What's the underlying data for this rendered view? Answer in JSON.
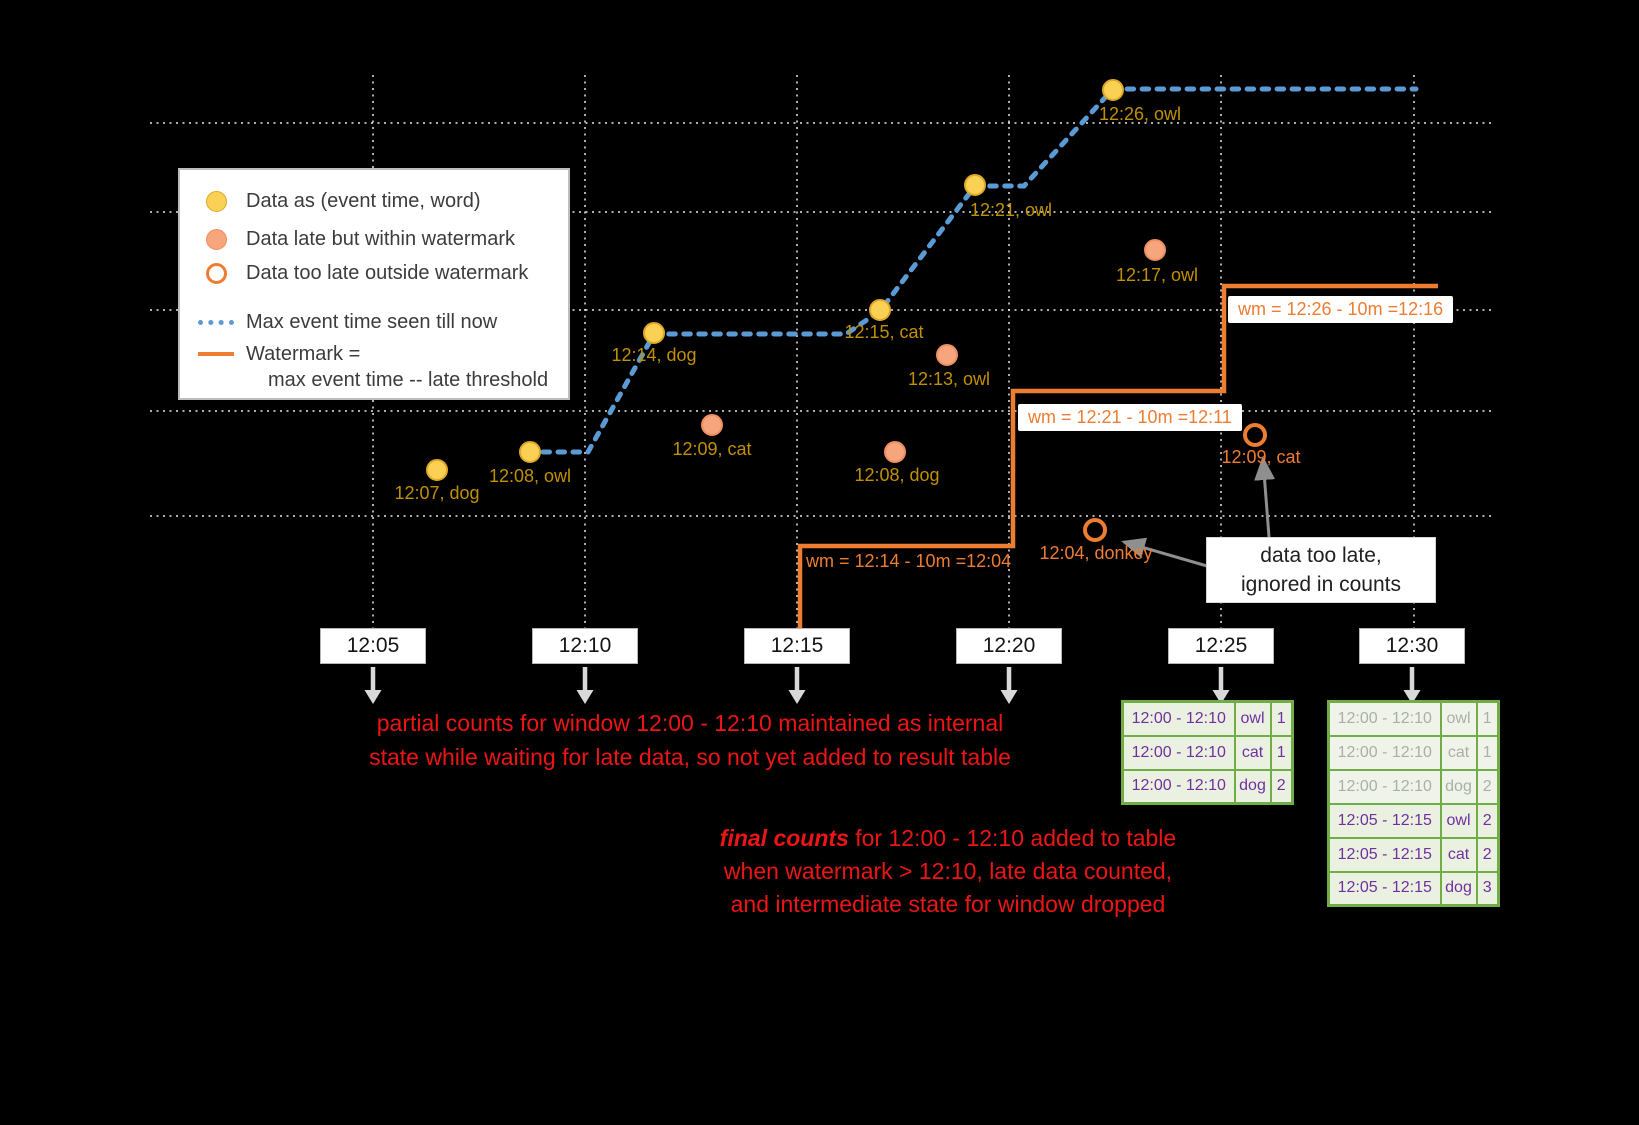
{
  "colors": {
    "background": "#000000",
    "event_point": "#fbd155",
    "late_point": "#f6a57d",
    "too_late_ring": "#ed7d31",
    "max_event_line": "#5b9bd5",
    "watermark_line": "#ed7d31",
    "point_label": "#bf9000",
    "annotation_red": "#ed1515",
    "table_border": "#70ad47",
    "table_text": "#7030a0",
    "grid": "#e8e8e8"
  },
  "legend": {
    "item_event": "Data as (event time, word)",
    "item_late": "Data late but within watermark",
    "item_too_late": "Data too late outside watermark",
    "item_max_event": "Max event time seen till now",
    "item_watermark_line1": "Watermark =",
    "item_watermark_line2": "max event time -- late threshold"
  },
  "points": {
    "event": [
      {
        "label": "12:07, dog"
      },
      {
        "label": "12:08, owl"
      },
      {
        "label": "12:14, dog"
      },
      {
        "label": "12:15, cat"
      },
      {
        "label": "12:21, owl"
      },
      {
        "label": "12:26, owl"
      }
    ],
    "late": [
      {
        "label": "12:09, cat"
      },
      {
        "label": "12:08, dog"
      },
      {
        "label": "12:13, owl"
      },
      {
        "label": "12:17, owl"
      }
    ],
    "too_late": [
      {
        "label": "12:04, donkey"
      },
      {
        "label": "12:09, cat"
      }
    ]
  },
  "watermarks": [
    "wm = 12:14 - 10m =12:04",
    "wm = 12:21 - 10m =12:11",
    "wm = 12:26 - 10m =12:16"
  ],
  "axis": [
    "12:05",
    "12:10",
    "12:15",
    "12:20",
    "12:25",
    "12:30"
  ],
  "annotations": {
    "partial_line1": "partial counts for window 12:00 - 12:10 maintained as internal",
    "partial_line2": "state while waiting for late data, so not yet added  to result table",
    "final_em": "final counts",
    "final_line1": " for 12:00 - 12:10 added to table",
    "final_line2": "when watermark > 12:10, late data counted,",
    "final_line3": "and intermediate state for window dropped",
    "too_late_line1": "data too late,",
    "too_late_line2": "ignored in counts"
  },
  "tables": {
    "result1": {
      "rows": [
        {
          "window": "12:00 - 12:10",
          "word": "owl",
          "count": "1"
        },
        {
          "window": "12:00 - 12:10",
          "word": "cat",
          "count": "1"
        },
        {
          "window": "12:00 - 12:10",
          "word": "dog",
          "count": "2"
        }
      ]
    },
    "result2": {
      "rows": [
        {
          "window": "12:00 - 12:10",
          "word": "owl",
          "count": "1"
        },
        {
          "window": "12:00 - 12:10",
          "word": "cat",
          "count": "1"
        },
        {
          "window": "12:00 - 12:10",
          "word": "dog",
          "count": "2"
        },
        {
          "window": "12:05 - 12:15",
          "word": "owl",
          "count": "2"
        },
        {
          "window": "12:05 - 12:15",
          "word": "cat",
          "count": "2"
        },
        {
          "window": "12:05 - 12:15",
          "word": "dog",
          "count": "3"
        }
      ]
    }
  }
}
